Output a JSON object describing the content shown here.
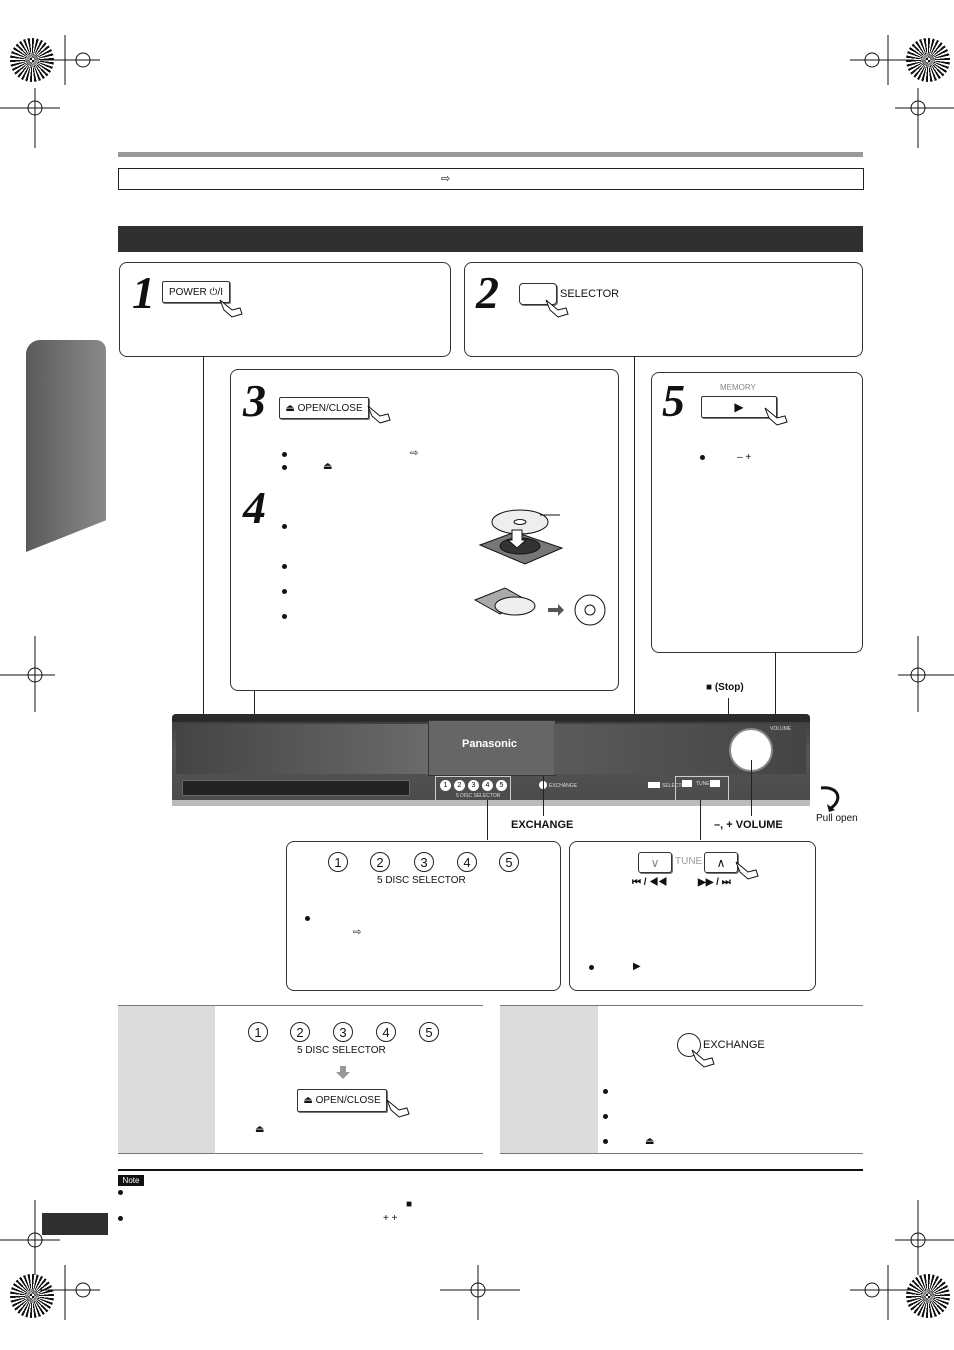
{
  "reference_box": {
    "arrow_symbol": "⇨"
  },
  "steps": {
    "s1": {
      "number": "1",
      "button": "POWER ⏻/I"
    },
    "s2": {
      "number": "2",
      "label": "SELECTOR"
    },
    "s3": {
      "number": "3",
      "button": "⏏ OPEN/CLOSE",
      "arrow_symbol": "⇨",
      "eject_symbol": "⏏"
    },
    "s4": {
      "number": "4"
    },
    "s5": {
      "number": "5",
      "memory_label": "MEMORY",
      "play_symbol": "▶",
      "minus_plus": "–  +"
    }
  },
  "device": {
    "brand": "Panasonic",
    "volume_tiny": "VOLUME",
    "exchange_tiny": "EXCHANGE",
    "disc_selector_tiny": "5 DISC SELECTOR",
    "selector_tiny": "SELECTOR",
    "tune_tiny": "TUNE",
    "disc_numbers": [
      "1",
      "2",
      "3",
      "4",
      "5"
    ]
  },
  "callouts": {
    "stop": "■ (Stop)",
    "exchange": "EXCHANGE",
    "volume": "–, +  VOLUME",
    "pull_open": "Pull open"
  },
  "disc_box": {
    "numbers": [
      "1",
      "2",
      "3",
      "4",
      "5"
    ],
    "label": "5 DISC SELECTOR",
    "arrow_symbol": "⇨"
  },
  "tune_box": {
    "tune_label": "TUNE",
    "skip_left": "⏮ / ◀◀",
    "skip_right": "▶▶ / ⏭",
    "play_symbol": "▶"
  },
  "lower_left": {
    "numbers": [
      "1",
      "2",
      "3",
      "4",
      "5"
    ],
    "label": "5 DISC SELECTOR",
    "open_close": "⏏ OPEN/CLOSE",
    "eject_symbol": "⏏"
  },
  "lower_right": {
    "exchange": "EXCHANGE",
    "eject_symbol": "⏏"
  },
  "notes": {
    "tag": "Note",
    "stop_symbol": "■",
    "plus_symbols": "+   +"
  }
}
